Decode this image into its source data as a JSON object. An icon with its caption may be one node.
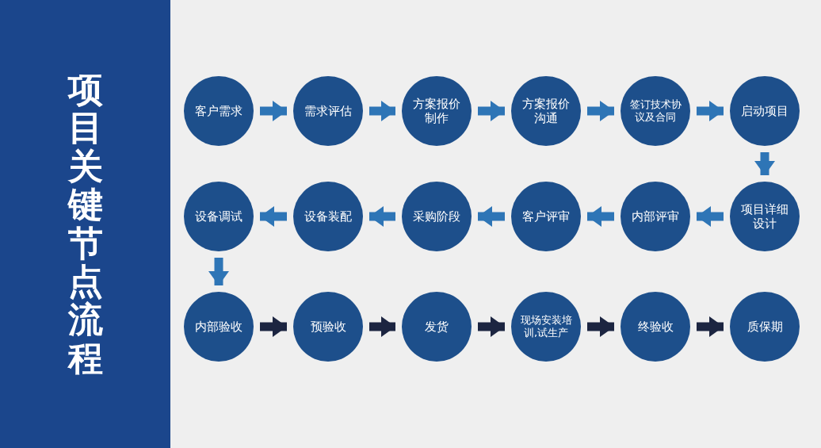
{
  "diagram": {
    "title": "项目关键节点流程",
    "nodes": [
      {
        "text": [
          "客户需求"
        ]
      },
      {
        "text": [
          "需求评估"
        ]
      },
      {
        "text": [
          "方案报价制作"
        ]
      },
      {
        "text": [
          "方案报价沟通"
        ]
      },
      {
        "text": [
          "签订技术协议及合同"
        ]
      },
      {
        "text": [
          "启动项目"
        ]
      },
      {
        "text": [
          "设备调试"
        ]
      },
      {
        "text": [
          "设备装配"
        ]
      },
      {
        "text": [
          "采购阶段"
        ]
      },
      {
        "text": [
          "客户评审"
        ]
      },
      {
        "text": [
          "内部评审"
        ]
      },
      {
        "text": [
          "项目详细设计"
        ]
      },
      {
        "text": [
          "内部验收"
        ]
      },
      {
        "text": [
          "预验收"
        ]
      },
      {
        "text": [
          "发货"
        ]
      },
      {
        "text": [
          "现场安装培训,试生产"
        ]
      },
      {
        "text": [
          "终验收"
        ]
      },
      {
        "text": [
          "质保期"
        ]
      }
    ],
    "edges": [
      {
        "from": 0,
        "to": 1,
        "arrow": "to"
      },
      {
        "from": 1,
        "to": 2,
        "arrow": "to"
      },
      {
        "from": 2,
        "to": 3,
        "arrow": "to"
      },
      {
        "from": 3,
        "to": 4,
        "arrow": "to"
      },
      {
        "from": 4,
        "to": 5,
        "arrow": "to"
      },
      {
        "from": 5,
        "to": 11,
        "arrow": "to"
      },
      {
        "from": 11,
        "to": 10,
        "arrow": "to"
      },
      {
        "from": 10,
        "to": 9,
        "arrow": "to"
      },
      {
        "from": 9,
        "to": 8,
        "arrow": "to"
      },
      {
        "from": 8,
        "to": 7,
        "arrow": "to"
      },
      {
        "from": 7,
        "to": 6,
        "arrow": "to"
      },
      {
        "from": 6,
        "to": 12,
        "arrow": "to"
      },
      {
        "from": 12,
        "to": 13,
        "arrow": "to",
        "color": "#1c2541"
      },
      {
        "from": 13,
        "to": 14,
        "arrow": "to",
        "color": "#1c2541"
      },
      {
        "from": 14,
        "to": 15,
        "arrow": "to",
        "color": "#1c2541"
      },
      {
        "from": 15,
        "to": 16,
        "arrow": "to",
        "color": "#1c2541"
      },
      {
        "from": 16,
        "to": 17,
        "arrow": "to",
        "color": "#1c2541"
      }
    ]
  }
}
